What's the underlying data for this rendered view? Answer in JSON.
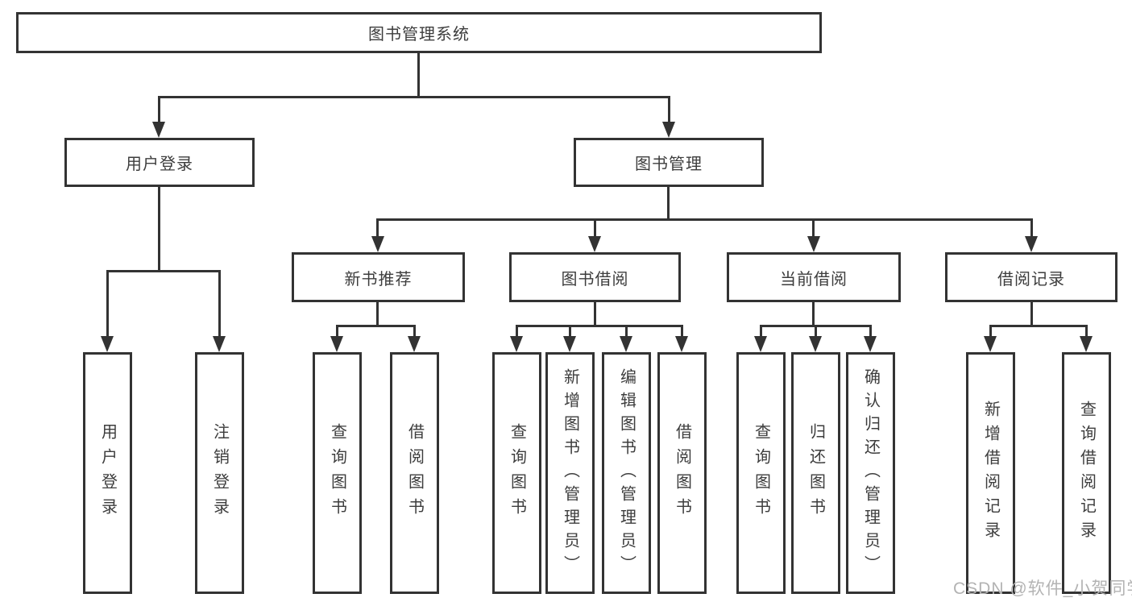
{
  "diagram_type": "functional-structure-tree",
  "colors": {
    "line": "#333333",
    "box_border": "#333333",
    "text": "#3d3d3d",
    "background": "#ffffff",
    "watermark_text_color": "#b3b3b3"
  },
  "tree": {
    "label": "图书管理系统",
    "children": [
      {
        "label": "用户登录",
        "children": [
          {
            "label": "用户登录"
          },
          {
            "label": "注销登录"
          }
        ]
      },
      {
        "label": "图书管理",
        "children": [
          {
            "label": "新书推荐",
            "children": [
              {
                "label": "查询图书"
              },
              {
                "label": "借阅图书"
              }
            ]
          },
          {
            "label": "图书借阅",
            "children": [
              {
                "label": "查询图书"
              },
              {
                "label": "新增图书（管理员）"
              },
              {
                "label": "编辑图书（管理员）"
              },
              {
                "label": "借阅图书"
              }
            ]
          },
          {
            "label": "当前借阅",
            "children": [
              {
                "label": "查询图书"
              },
              {
                "label": "归还图书"
              },
              {
                "label": "确认归还（管理员）"
              }
            ]
          },
          {
            "label": "借阅记录",
            "children": [
              {
                "label": "新增借阅记录"
              },
              {
                "label": "查询借阅记录"
              }
            ]
          }
        ]
      }
    ]
  },
  "watermark": {
    "text": "CSDN @软件_小贺同学"
  }
}
